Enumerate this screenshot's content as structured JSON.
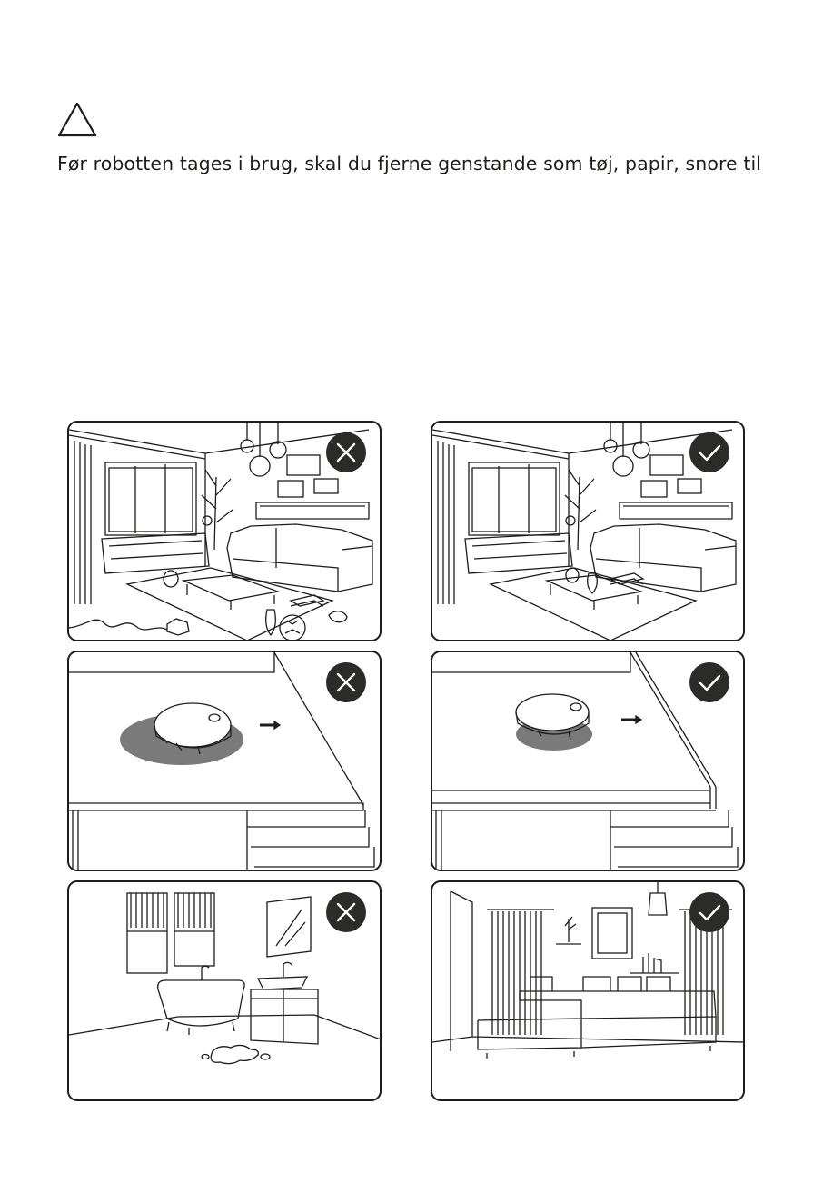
{
  "warning": {
    "icon": "warning-triangle-icon",
    "text": "Før robotten tages i brug, skal du fjerne genstande som tøj, papir, snore til"
  },
  "panels": [
    {
      "scene": "cluttered-living-room",
      "status": "not-ok",
      "icon": "cross-icon"
    },
    {
      "scene": "tidy-living-room",
      "status": "ok",
      "icon": "check-icon"
    },
    {
      "scene": "robot-near-open-ledge",
      "status": "not-ok",
      "icon": "cross-icon"
    },
    {
      "scene": "robot-near-guarded-ledge",
      "status": "ok",
      "icon": "check-icon"
    },
    {
      "scene": "bathroom-with-puddle",
      "status": "not-ok",
      "icon": "cross-icon"
    },
    {
      "scene": "clean-lounge",
      "status": "ok",
      "icon": "check-icon"
    }
  ],
  "colors": {
    "ink": "#1d1d1b",
    "badge": "#2b2b2a",
    "floor_shadow": "#7a7a7a"
  }
}
